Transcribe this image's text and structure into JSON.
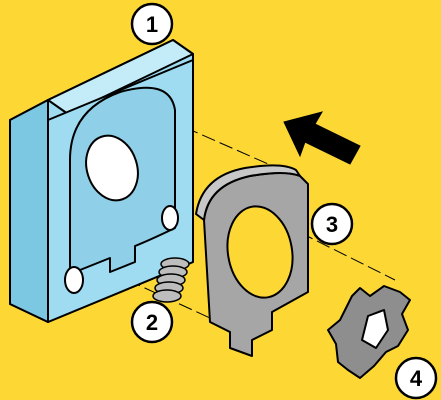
{
  "callouts": [
    {
      "id": "1",
      "label": "1"
    },
    {
      "id": "2",
      "label": "2"
    },
    {
      "id": "3",
      "label": "3"
    },
    {
      "id": "4",
      "label": "4"
    }
  ],
  "colors": {
    "background": "#fdd835",
    "housing": "#9fdcf2",
    "plate": "#a6a6a6",
    "gear": "#8e8e8e",
    "spring": "#bdbdbd",
    "outline": "#000000"
  },
  "icons": {
    "assembly_arrow": "arrow-up-left-icon"
  }
}
